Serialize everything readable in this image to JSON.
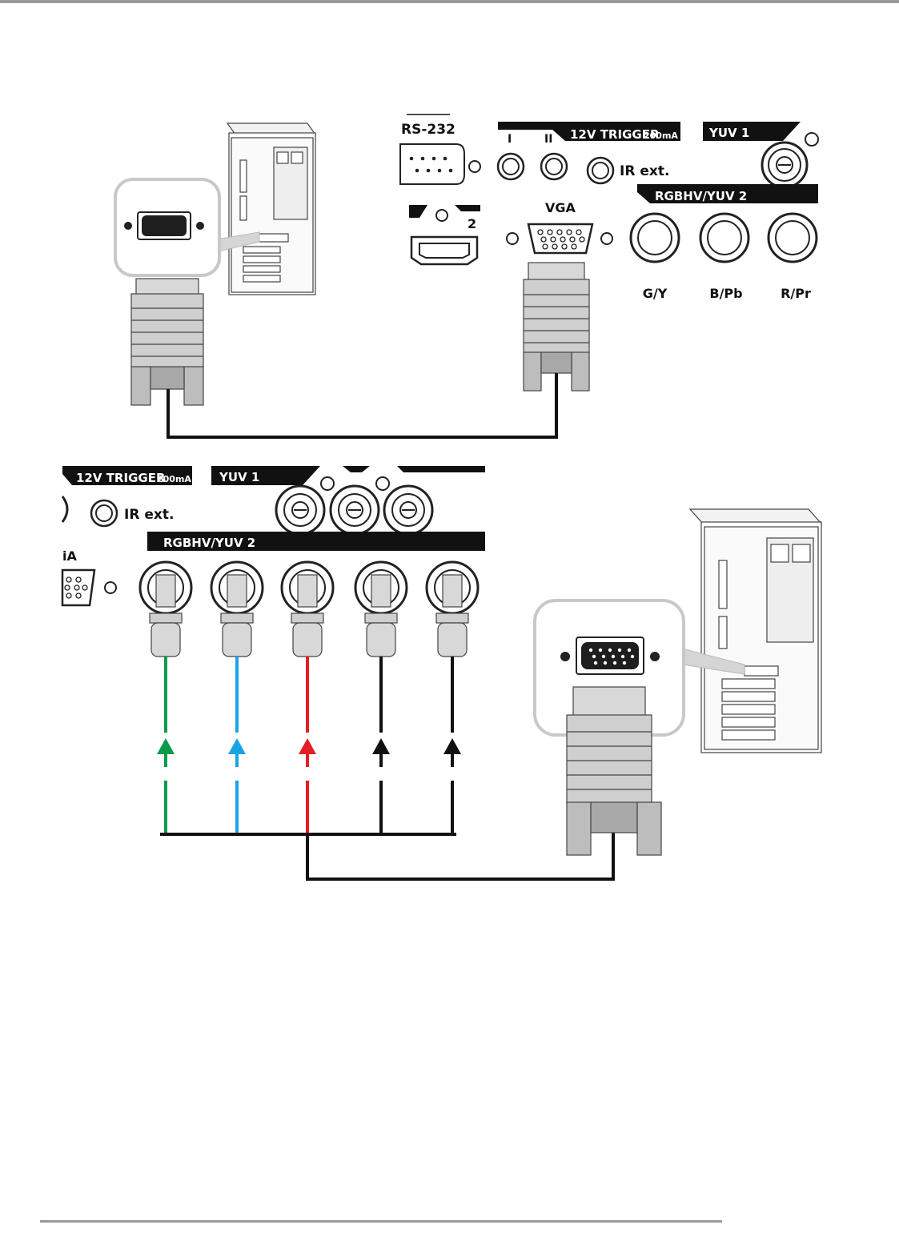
{
  "panel_top": {
    "rs232": "RS-232",
    "trigger_banner": "12V TRIGGER",
    "trigger_sub": "200mA",
    "trigger_i": "I",
    "trigger_ii": "II",
    "ir_ext": "IR ext.",
    "yuv1": "YUV 1",
    "rgbhv": "RGBHV/YUV 2",
    "vga": "VGA",
    "hdmi_num": "2",
    "bnc_labels": [
      "G/Y",
      "B/Pb",
      "R/Pr"
    ]
  },
  "panel_bottom": {
    "trigger_banner": "12V TRIGGER",
    "trigger_sub": "200mA",
    "ir_ext": "IR ext.",
    "yuv1": "YUV 1",
    "rgbhv": "RGBHV/YUV 2",
    "vga_partial": "iA"
  },
  "cable_colors": [
    "#0a9a4a",
    "#1aa3e6",
    "#e41e26",
    "#111111",
    "#111111"
  ]
}
